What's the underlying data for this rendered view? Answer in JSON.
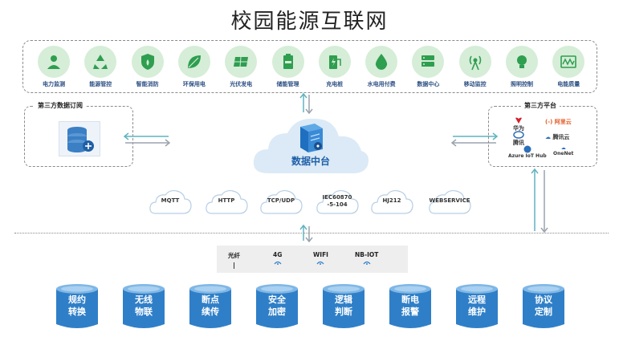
{
  "title": "校园能源互联网",
  "apps": [
    {
      "label": "电力监测",
      "icon": "user-monitor-icon"
    },
    {
      "label": "能源管控",
      "icon": "recycle-icon"
    },
    {
      "label": "智能消防",
      "icon": "fire-shield-icon"
    },
    {
      "label": "环保用电",
      "icon": "leaf-icon"
    },
    {
      "label": "光伏发电",
      "icon": "solar-panel-icon"
    },
    {
      "label": "储能管理",
      "icon": "battery-icon"
    },
    {
      "label": "充电桩",
      "icon": "charger-icon"
    },
    {
      "label": "水电用付费",
      "icon": "water-drop-icon"
    },
    {
      "label": "数据中心",
      "icon": "server-icon"
    },
    {
      "label": "移动监控",
      "icon": "signal-tower-icon"
    },
    {
      "label": "照明控制",
      "icon": "bulb-icon"
    },
    {
      "label": "电能质量",
      "icon": "waveform-icon"
    }
  ],
  "left_box": {
    "title": "第三方数据订阅"
  },
  "right_box": {
    "title": "第三方平台",
    "platforms": [
      "华为",
      "阿里云",
      "腾讯",
      "腾讯云",
      "Azure IoT Hub",
      "OneNet"
    ]
  },
  "center": {
    "label": "数据中台"
  },
  "protocols": [
    {
      "label": "MQTT"
    },
    {
      "label": "HTTP"
    },
    {
      "label": "TCP/UDP"
    },
    {
      "label": "IEC60870\n-5-104"
    },
    {
      "label": "HJ212"
    },
    {
      "label": "WEBSERVICE"
    }
  ],
  "connections": [
    {
      "label": "光纤"
    },
    {
      "label": "4G"
    },
    {
      "label": "WIFI"
    },
    {
      "label": "NB-IOT"
    }
  ],
  "features": [
    {
      "line1": "规约",
      "line2": "转换"
    },
    {
      "line1": "无线",
      "line2": "物联"
    },
    {
      "line1": "断点",
      "line2": "续传"
    },
    {
      "line1": "安全",
      "line2": "加密"
    },
    {
      "line1": "逻辑",
      "line2": "判断"
    },
    {
      "line1": "断电",
      "line2": "报警"
    },
    {
      "line1": "远程",
      "line2": "维护"
    },
    {
      "line1": "协议",
      "line2": "定制"
    }
  ],
  "colors": {
    "icon_bg": "#d6edd8",
    "icon_fg": "#2e9e4f",
    "cloud": "#dbeaf6",
    "cylinder": "#2f7fc8",
    "cylinder_top": "#7fb7e6",
    "arrow": "#9aa3ad",
    "arrow_teal": "#5fb3bf"
  }
}
